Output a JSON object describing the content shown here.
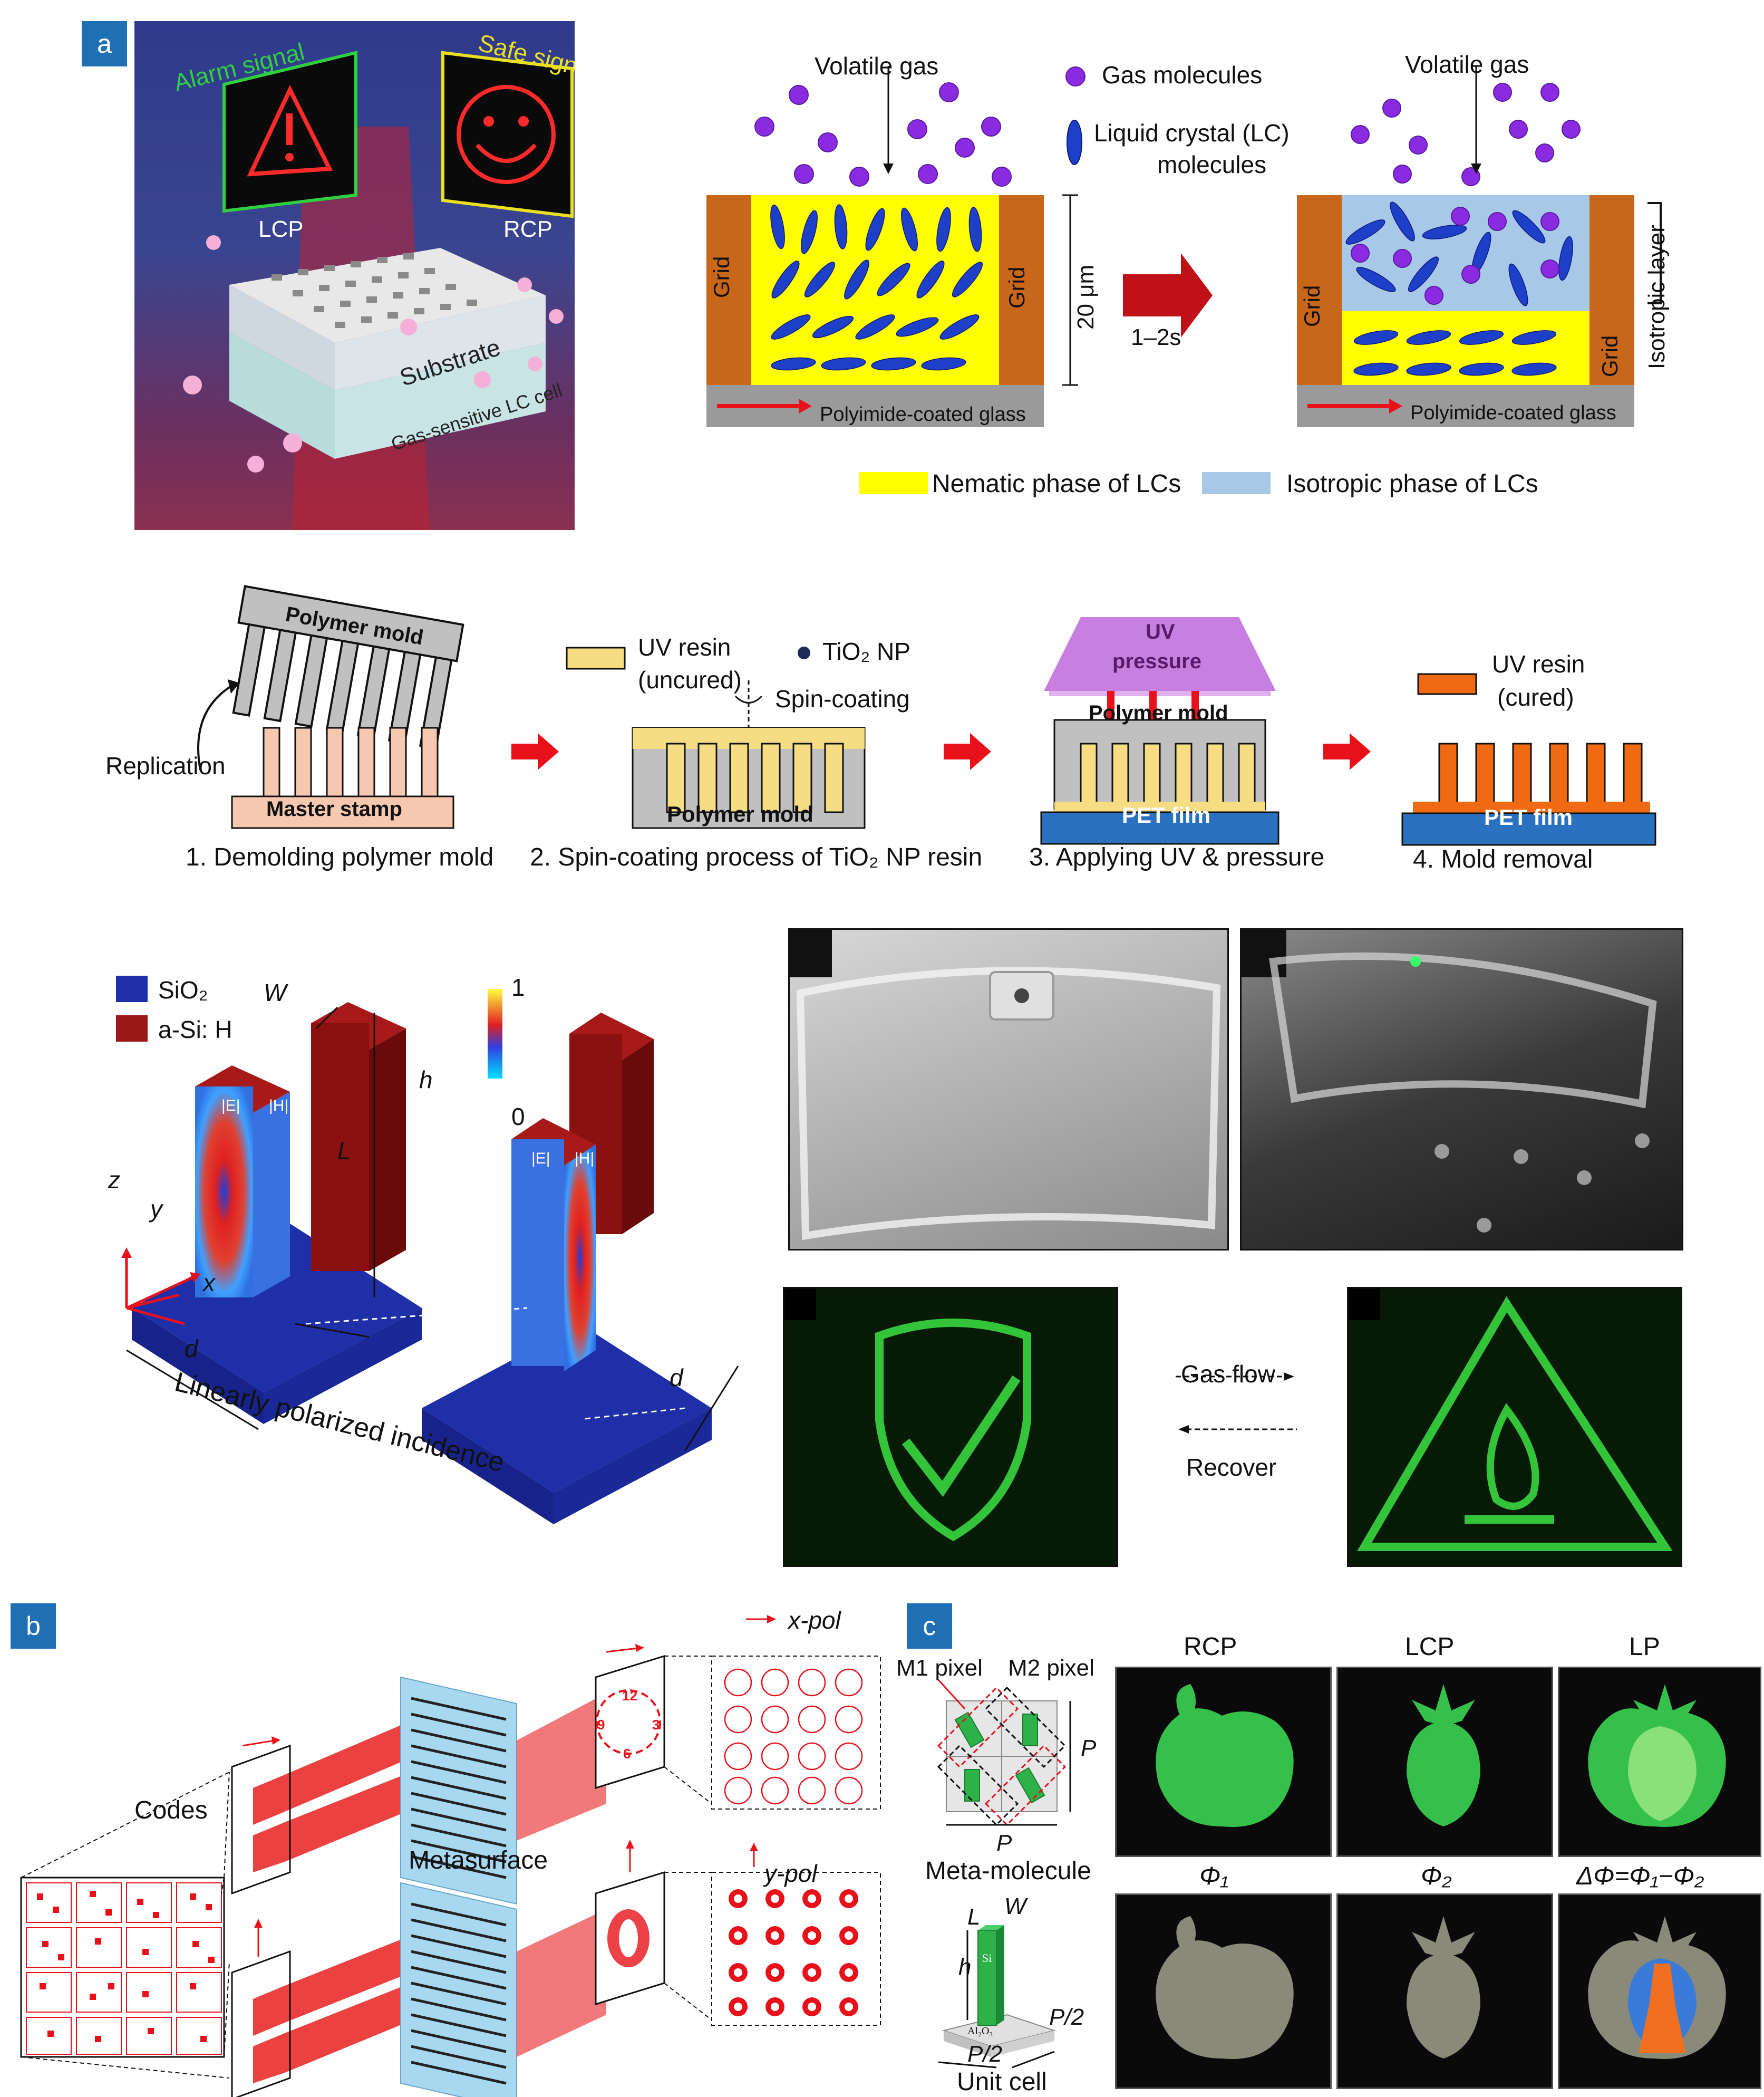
{
  "panel_labels": {
    "a": "a",
    "b": "b",
    "c": "c"
  },
  "top_left": {
    "alarm": "Alarm signal",
    "safe": "Safe signal",
    "lcp": "LCP",
    "rcp": "RCP",
    "substrate": "Substrate",
    "lc_cell": "Gas-sensitive LC cell"
  },
  "top_right": {
    "volatile_gas": "Volatile gas",
    "gas_molecules": "Gas molecules",
    "lc_molecules_1": "Liquid crystal (LC)",
    "lc_molecules_2": "molecules",
    "grid": "Grid",
    "thickness": "20 μm",
    "time": "1–2s",
    "glass": "Polyimide-coated glass",
    "isotropic_layer": "Isotropic layer",
    "legend_nematic": "Nematic phase of LCs",
    "legend_isotropic": "Isotropic phase of LCs"
  },
  "process": {
    "polymer_mold": "Polymer mold",
    "replication": "Replication",
    "master_stamp": "Master stamp",
    "uv_resin_uncured_1": "UV resin",
    "uv_resin_uncured_2": "(uncured)",
    "tio2_np": "TiO₂ NP",
    "spin_coating": "Spin-coating",
    "uv_pressure_1": "UV",
    "uv_pressure_2": "pressure",
    "pet_film": "PET film",
    "uv_resin_cured_1": "UV resin",
    "uv_resin_cured_2": "(cured)",
    "step1": "1. Demolding polymer mold",
    "step2": "2. Spin-coating process of TiO₂ NP resin",
    "step3": "3. Applying UV & pressure",
    "step4": "4. Mold removal"
  },
  "meta_sim": {
    "sio2": "SiO₂",
    "asi": "a-Si: H",
    "w": "W",
    "h": "h",
    "l": "L",
    "scale_max": "1",
    "scale_min": "0",
    "z": "z",
    "y": "y",
    "x": "x",
    "d1": "d",
    "d2": "d",
    "e_field": "|E|",
    "h_field": "|H|",
    "incidence": "Linearly polarized incidence"
  },
  "gas_demo": {
    "gas_flow": "Gas flow",
    "recover": "Recover"
  },
  "panel_b": {
    "codes": "Codes",
    "metasurface": "Metasurface",
    "x_pol": "x-pol",
    "y_pol": "y-pol",
    "clock": [
      "12",
      "3",
      "6",
      "9"
    ]
  },
  "panel_c": {
    "m1": "M1 pixel",
    "m2": "M2 pixel",
    "p1": "P",
    "p2": "P",
    "meta_molecule": "Meta-molecule",
    "l": "L",
    "w": "W",
    "h": "h",
    "si": "Si",
    "al2o3": "Al₂O₃",
    "p_half1": "P/2",
    "p_half2": "P/2",
    "unit_cell": "Unit cell",
    "col_rcp": "RCP",
    "col_lcp": "LCP",
    "col_lp": "LP",
    "phi1": "Φ₁",
    "phi2": "Φ₂",
    "dphi": "ΔΦ=Φ₁−Φ₂"
  },
  "colors": {
    "label_blue": "#1f6fb5",
    "grid_brown": "#c8661a",
    "nematic_yellow": "#ffff00",
    "isotropic_blue": "#a8c8e8",
    "lc_blue": "#1e3fc8",
    "gas_purple": "#8a2be2",
    "arrow_red": "#e8111a",
    "sio2_blue": "#1f2fa8",
    "asi_red": "#8b1010",
    "laser_green": "#33c43a"
  }
}
